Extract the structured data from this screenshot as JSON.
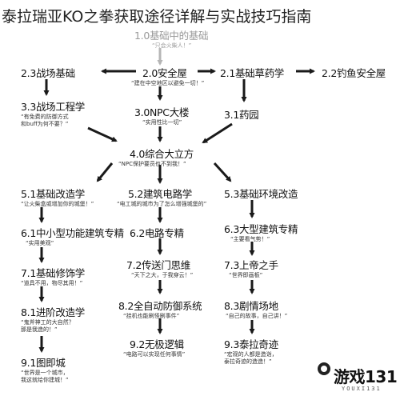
{
  "title": "泰拉瑞亚KO之拳获取途径详解与实战技巧指南",
  "nodes": {
    "n10": {
      "label": "1.0基础中的基础",
      "note": "“只会火柴人！”"
    },
    "n20": {
      "label": "2.0安全屋",
      "note": "“建在中空地区以避免一切！”"
    },
    "n21": {
      "label": "2.1基础草药学",
      "note": ""
    },
    "n22": {
      "label": "2.2钓鱼安全屋",
      "note": ""
    },
    "n23": {
      "label": "2.3战场基础",
      "note": ""
    },
    "n30": {
      "label": "3.0NPC大楼",
      "note": "“实用性比一切”"
    },
    "n31": {
      "label": "3.1药园",
      "note": ""
    },
    "n33": {
      "label": "3.3战场工程学",
      "note": "“有免费的防御方式\n和buff为何不要？”"
    },
    "n40": {
      "label": "4.0综合大立方",
      "note": "“NPC保护要员也不到我！”"
    },
    "n51": {
      "label": "5.1基础改造学",
      "note": "“让火柴盒或增加你的城堡！”"
    },
    "n52": {
      "label": "5.2建筑电路学",
      "note": "“电工城的城市为了怎么增强城堡的”"
    },
    "n53": {
      "label": "5.3基础环境改造",
      "note": ""
    },
    "n61": {
      "label": "6.1中小型功能建筑专精",
      "note": "“实用美观”"
    },
    "n62": {
      "label": "6.2电路专精",
      "note": ""
    },
    "n63": {
      "label": "6.3大型建筑专精",
      "note": "“主要看气势！”"
    },
    "n71": {
      "label": "7.1基础修饰学",
      "note": "“道具不用，物尽其用！”"
    },
    "n72": {
      "label": "7.2传送门思维",
      "note": "“天下之大，于我穿云！”"
    },
    "n73": {
      "label": "7.3上帝之手",
      "note": "“世界即画板”"
    },
    "n81": {
      "label": "8.1进阶改造学",
      "note": "“鬼斧神工的大自然？\n那是我造的！”"
    },
    "n82": {
      "label": "8.2全自动防御系统",
      "note": "“挂机也能刷怪刷事件”"
    },
    "n83": {
      "label": "8.3剧情场地",
      "note": "“自己的故事，自己讲！”"
    },
    "n91": {
      "label": "9.1图即城",
      "note": "“世界是一个城市，\n我这就给你建城！”"
    },
    "n92": {
      "label": "9.2无极逻辑",
      "note": "“电路可以实现任何事情”"
    },
    "n93": {
      "label": "9.3泰拉奇迹",
      "note": "“宏观的人都是造诣，\n泰拉奇迹的造造！”"
    }
  },
  "watermark": {
    "main": "游戏131",
    "sub": "YOUXI131",
    "icon": "gamepad-logo-icon"
  },
  "colors": {
    "arrow": "#1a1a1a",
    "faded_arrow": "#b5b5b5",
    "text": "#111111",
    "faded_text": "#9a9a9a"
  }
}
